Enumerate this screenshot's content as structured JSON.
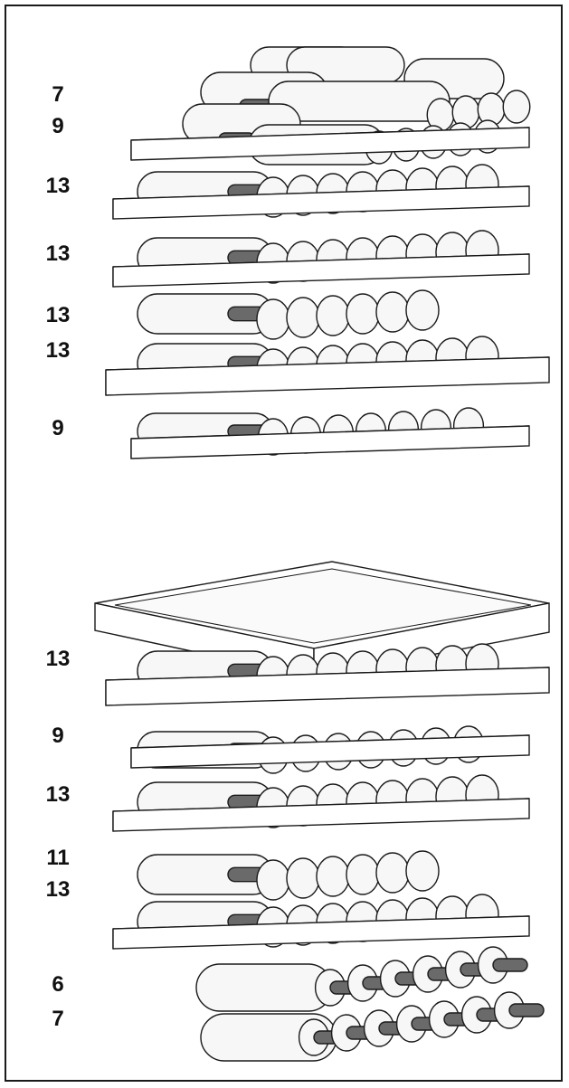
{
  "top_unit": {
    "counts": [
      "7",
      "9",
      "13",
      "13",
      "13",
      "13",
      "9"
    ]
  },
  "bottom_unit": {
    "counts": [
      "13",
      "9",
      "13",
      "11",
      "13",
      "6",
      "7"
    ]
  },
  "colors": {
    "outline": "#1a1a1a",
    "shelf_fill": "#f4f4f4",
    "bottle_fill": "#f7f7f7",
    "neck_fill": "#6a6a6a"
  }
}
